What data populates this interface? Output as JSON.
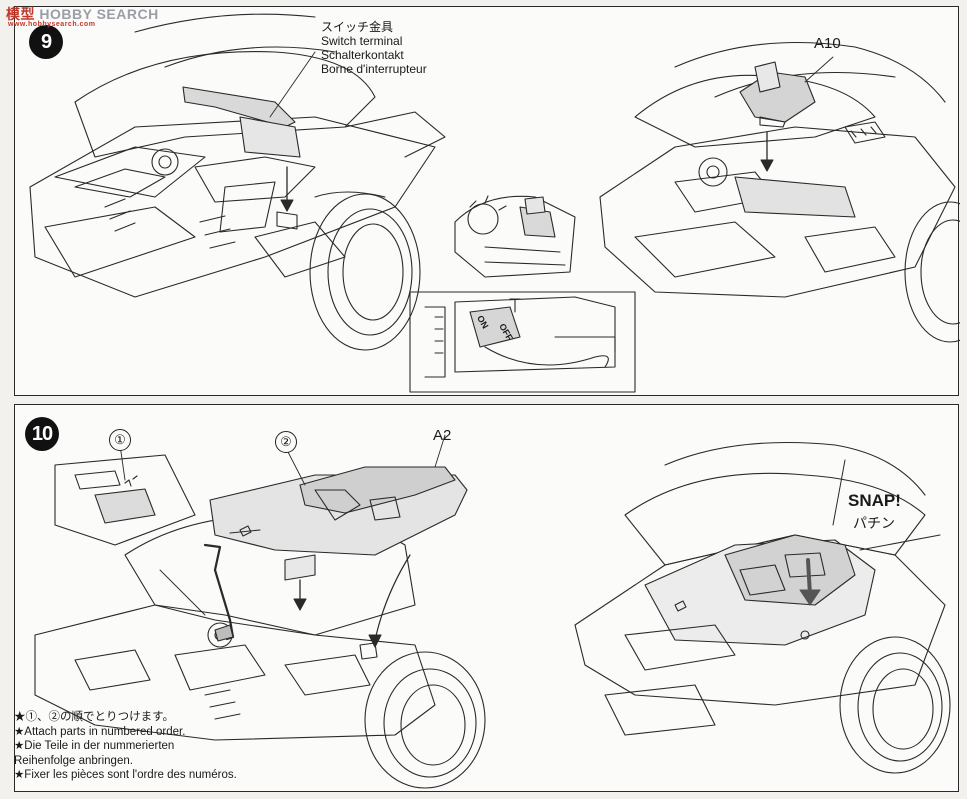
{
  "watermark": {
    "brand_prefix": "模型",
    "brand_text": "HOBBY SEARCH",
    "sub": "www.hobbysearch.com"
  },
  "step9": {
    "number": "9",
    "switch_terminal_labels": [
      "スイッチ金具",
      "Switch terminal",
      "Schalterkontakt",
      "Borne d'interrupteur"
    ],
    "part_a10": "A10",
    "switch_on": "ON",
    "switch_off": "OFF"
  },
  "step10": {
    "number": "10",
    "order_1": "①",
    "order_2": "②",
    "part_a2": "A2",
    "snap": "SNAP!",
    "snap_jp": "パチン",
    "notes": [
      "★①、②の順でとりつけます。",
      "★Attach parts in numbered order.",
      "★Die Teile in der nummerierten",
      "Reihenfolge anbringen.",
      "★Fixer les pièces sont l'ordre des numéros."
    ]
  },
  "colors": {
    "line_art": "#2a2a2a",
    "part_fill": "#cfcfcf",
    "background": "#fbfbf9"
  }
}
